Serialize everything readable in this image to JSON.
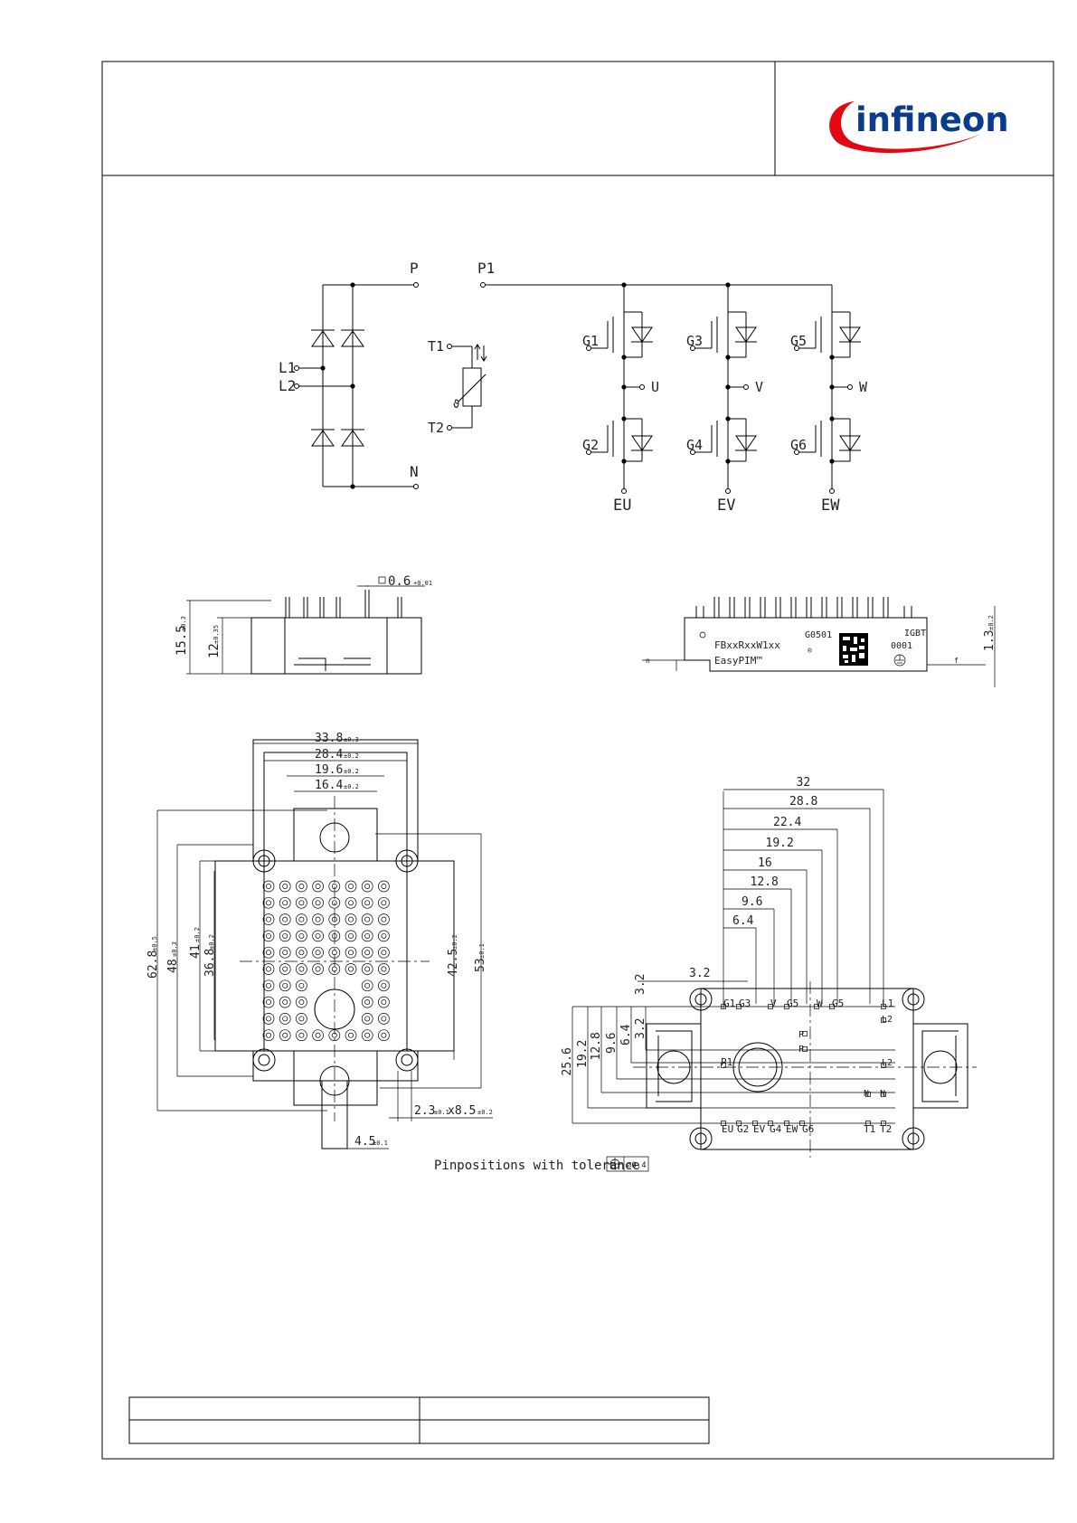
{
  "brand": {
    "name": "infineon",
    "accent": "#e30613",
    "primary": "#0b3b8c"
  },
  "schematic": {
    "rails": {
      "p": "P",
      "p1": "P1",
      "n": "N"
    },
    "inputs": {
      "l1": "L1",
      "l2": "L2"
    },
    "ntc": {
      "t1": "T1",
      "t2": "T2",
      "theta": "ϑ"
    },
    "gates": [
      "G1",
      "G2",
      "G3",
      "G4",
      "G5",
      "G6"
    ],
    "outputs": [
      "U",
      "V",
      "W"
    ],
    "emitters": [
      "EU",
      "EV",
      "EW"
    ]
  },
  "side_left": {
    "flatness": "0.6",
    "flatness_tol": "+0.01",
    "height_total": "15.5",
    "height_total_tol": "±0.3",
    "height_body": "12",
    "height_body_tol": "±0.35"
  },
  "side_right": {
    "marking_line1": "FBxxRxxW1xx",
    "marking_line2": "EasyPIM™",
    "code": "G0501",
    "lot": "0001",
    "type": "IGBT",
    "dim": "1.3",
    "dim_tol": "±0.2",
    "left_letter": "n",
    "right_letter": "f"
  },
  "bottom_view": {
    "dims_top": [
      {
        "v": "33.8",
        "tol": "±0.3"
      },
      {
        "v": "28.4",
        "tol": "±0.2"
      },
      {
        "v": "19.6",
        "tol": "±0.2"
      },
      {
        "v": "16.4",
        "tol": "±0.2"
      }
    ],
    "dims_left": [
      {
        "v": "62.8",
        "tol": "±0.5"
      },
      {
        "v": "48",
        "tol": "±0.3"
      },
      {
        "v": "41",
        "tol": "±0.2"
      },
      {
        "v": "36.8",
        "tol": "±0.2"
      }
    ],
    "dims_right": [
      {
        "v": "42.5",
        "tol": "±0.2"
      },
      {
        "v": "53",
        "tol": "±0.1"
      }
    ],
    "hole": "2.3",
    "hole_tol": "±0.1",
    "hole_dim": "x8.5",
    "hole_dim_tol": "±0.2",
    "tab": "4.5",
    "tab_tol": "±0.1"
  },
  "pin_view": {
    "dims_top": [
      "32",
      "28.8",
      "22.4",
      "19.2",
      "16",
      "12.8",
      "9.6",
      "6.4",
      "3.2"
    ],
    "dims_left": [
      "25.6",
      "19.2",
      "12.8",
      "9.6",
      "6.4",
      "3.2"
    ],
    "top_pins": [
      "G1",
      "G3",
      "V",
      "G5",
      "W",
      "G5",
      "L1"
    ],
    "bottom_pins": [
      "EU",
      "G2",
      "EV",
      "G4",
      "EW",
      "G6",
      "T1",
      "T2"
    ],
    "side_pins": [
      "L2",
      "P",
      "P",
      "P1",
      "L2",
      "N",
      "N"
    ]
  },
  "note": {
    "text": "Pinpositions  with  tolerance",
    "tol": "⌀0.4"
  },
  "footer_table": {
    "rows": 2,
    "cols": 2
  }
}
